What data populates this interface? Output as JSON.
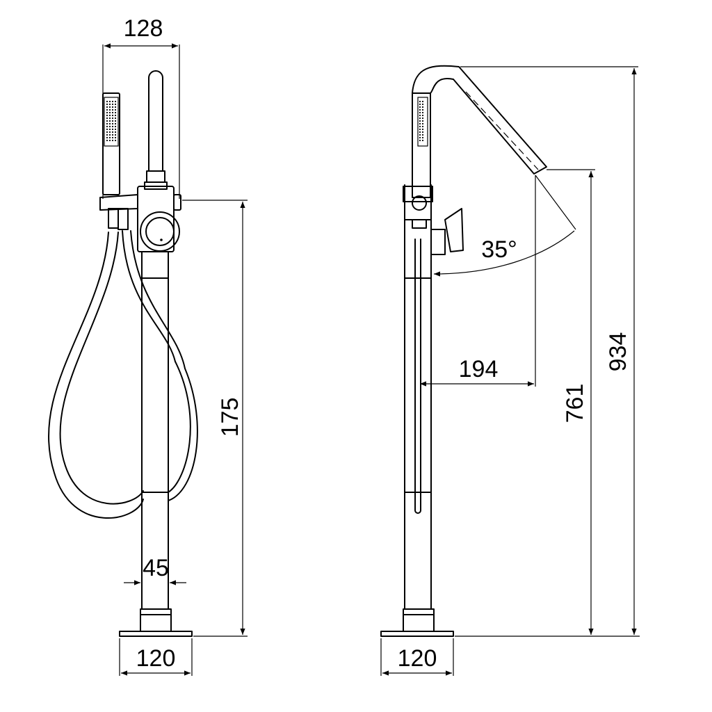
{
  "dimensions": {
    "left_top_width": "128",
    "left_height": "175",
    "left_pipe_width": "45",
    "left_base_width": "120",
    "right_angle": "35°",
    "right_reach": "194",
    "right_spout_height": "761",
    "right_total_height": "934",
    "right_base_width": "120"
  }
}
